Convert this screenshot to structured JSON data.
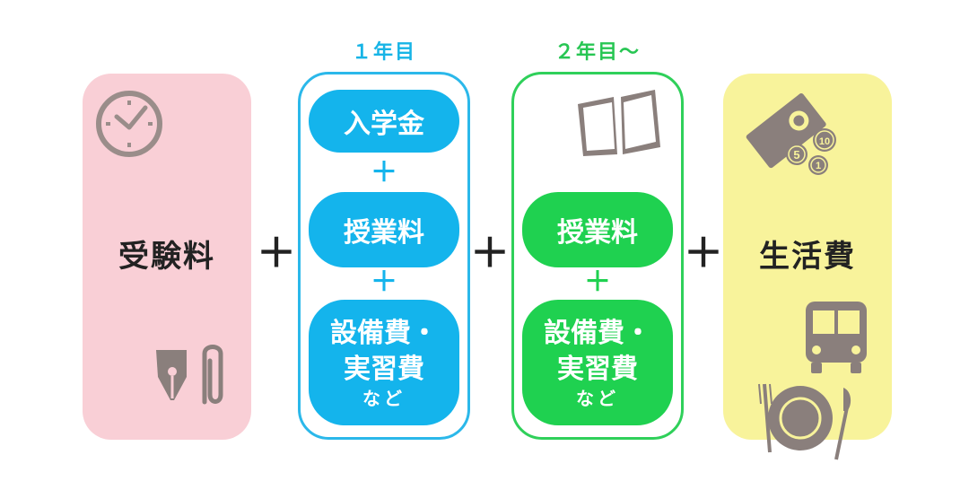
{
  "exam": {
    "label": "受験料"
  },
  "year1": {
    "heading": "１年目",
    "admission": "入学金",
    "tuition": "授業料",
    "facility_line1": "設備費・",
    "facility_line2": "実習費",
    "facility_line3": "など"
  },
  "year2": {
    "heading": "２年目〜",
    "tuition": "授業料",
    "facility_line1": "設備費・",
    "facility_line2": "実習費",
    "facility_line3": "など"
  },
  "living": {
    "label": "生活費"
  },
  "operators": {
    "plus": "＋"
  },
  "coins": {
    "five": "5",
    "ten": "10",
    "one": "1"
  },
  "colors": {
    "year1_accent": "#14b4ec",
    "year2_accent": "#1fd150",
    "exam_bg": "#f9cfd6",
    "living_bg": "#f8f39b"
  }
}
